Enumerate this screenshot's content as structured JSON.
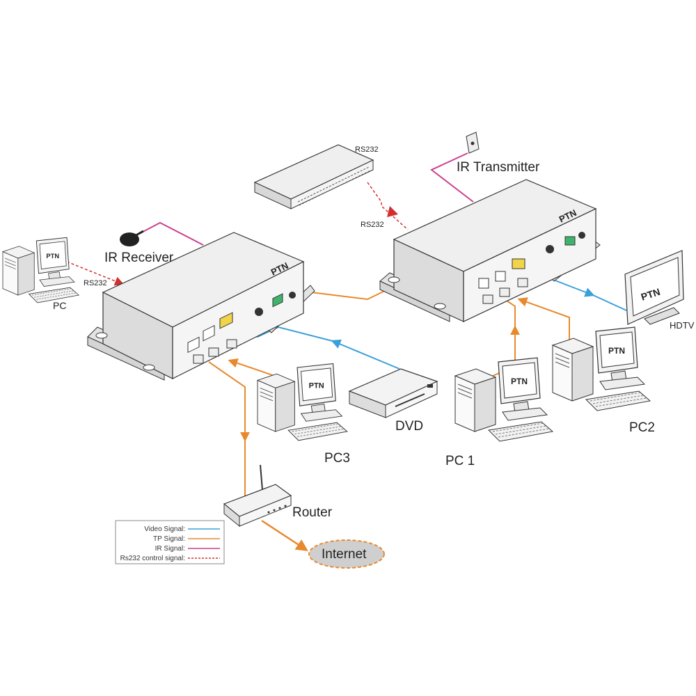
{
  "colors": {
    "video": "#3b9fd8",
    "tp": "#e8892e",
    "ir": "#cc3f8e",
    "rs232": "#d23030",
    "device_gray": "#e9e9e9",
    "outline": "#333333"
  },
  "labels": {
    "ir_receiver": "IR Receiver",
    "ir_transmitter": "IR Transmitter",
    "rs232_pc": "RS232",
    "rs232_top": "RS232",
    "rs232_mid": "RS232",
    "pc": "PC",
    "pc1": "PC 1",
    "pc2": "PC2",
    "pc3": "PC3",
    "dvd": "DVD",
    "hdtv": "HDTV",
    "router": "Router",
    "internet": "Internet",
    "logo": "PTN"
  },
  "legend": {
    "items": [
      {
        "label": "Video Signal:",
        "key": "video",
        "style": "solid"
      },
      {
        "label": "TP Signal:",
        "key": "tp",
        "style": "solid"
      },
      {
        "label": "IR Signal:",
        "key": "ir",
        "style": "solid"
      },
      {
        "label": "Rs232 control signal:",
        "key": "rs232",
        "style": "dashed"
      }
    ]
  },
  "icons": {
    "ir_receiver": "ir-receiver-icon",
    "ir_transmitter": "ir-transmitter-icon",
    "pc": "desktop-computer-icon",
    "dvd": "dvd-player-icon",
    "hdtv": "hdtv-icon",
    "router": "router-icon",
    "internet": "cloud-icon",
    "extender": "hdmi-extender-icon",
    "control_box": "rs232-controller-icon"
  }
}
